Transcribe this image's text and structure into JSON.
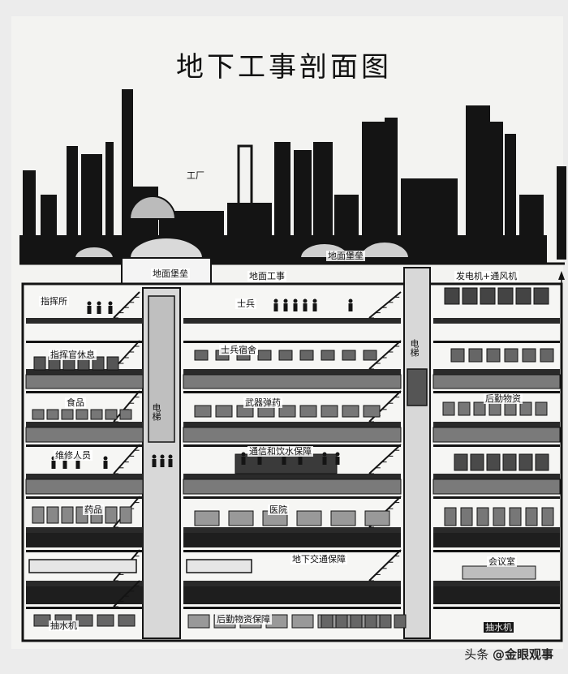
{
  "title": "地下工事剖面图",
  "labels": {
    "factory": "工厂",
    "ground_fort": "地面堡垒",
    "ground_work": "地面工事",
    "ground_fort_right": "地面堡垒",
    "generator": "发电机+通风机",
    "command_post": "指挥所",
    "soldiers": "士兵",
    "commander_rest": "指挥官休息",
    "soldier_dorm": "士兵宿舍",
    "food": "食品",
    "weapons": "武器弹药",
    "logistics_materials": "后勤物资",
    "maintenance": "维修人员",
    "comm_water": "通信和饮水保障",
    "medicine": "药品",
    "hospital": "医院",
    "meeting_room": "会议室",
    "underground_transport": "地下交通保障",
    "pump_left": "抽水机",
    "logistics_support": "后勤物资保障",
    "pump_right": "抽水机",
    "elevator_left": "电梯",
    "elevator_right": "电梯"
  },
  "watermark": {
    "prefix": "头条",
    "account": "@金眼观事"
  }
}
